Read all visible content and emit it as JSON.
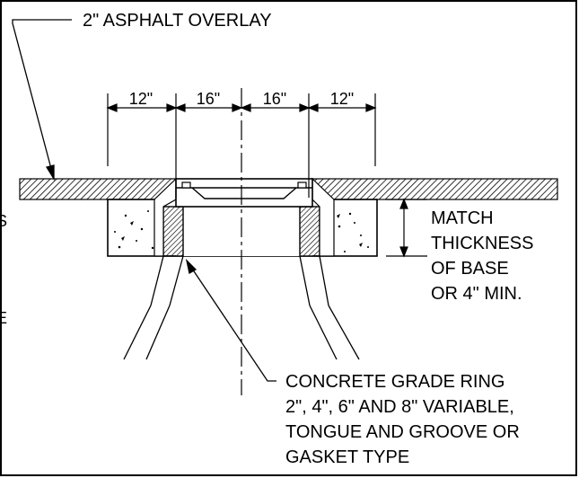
{
  "callouts": {
    "overlay": "2\" ASPHALT OVERLAY",
    "match": [
      "MATCH",
      "THICKNESS",
      "OF BASE",
      "OR 4\" MIN."
    ],
    "ring": [
      "CONCRETE GRADE RING",
      "2\", 4\", 6\" AND 8\" VARIABLE,",
      "TONGUE AND GROOVE OR",
      "GASKET TYPE"
    ]
  },
  "dimensions": [
    "12\"",
    "16\"",
    "16\"",
    "12\""
  ],
  "clipped_fragments": [
    "S",
    "E"
  ],
  "colors": {
    "ink": "#000000",
    "background": "#ffffff"
  }
}
